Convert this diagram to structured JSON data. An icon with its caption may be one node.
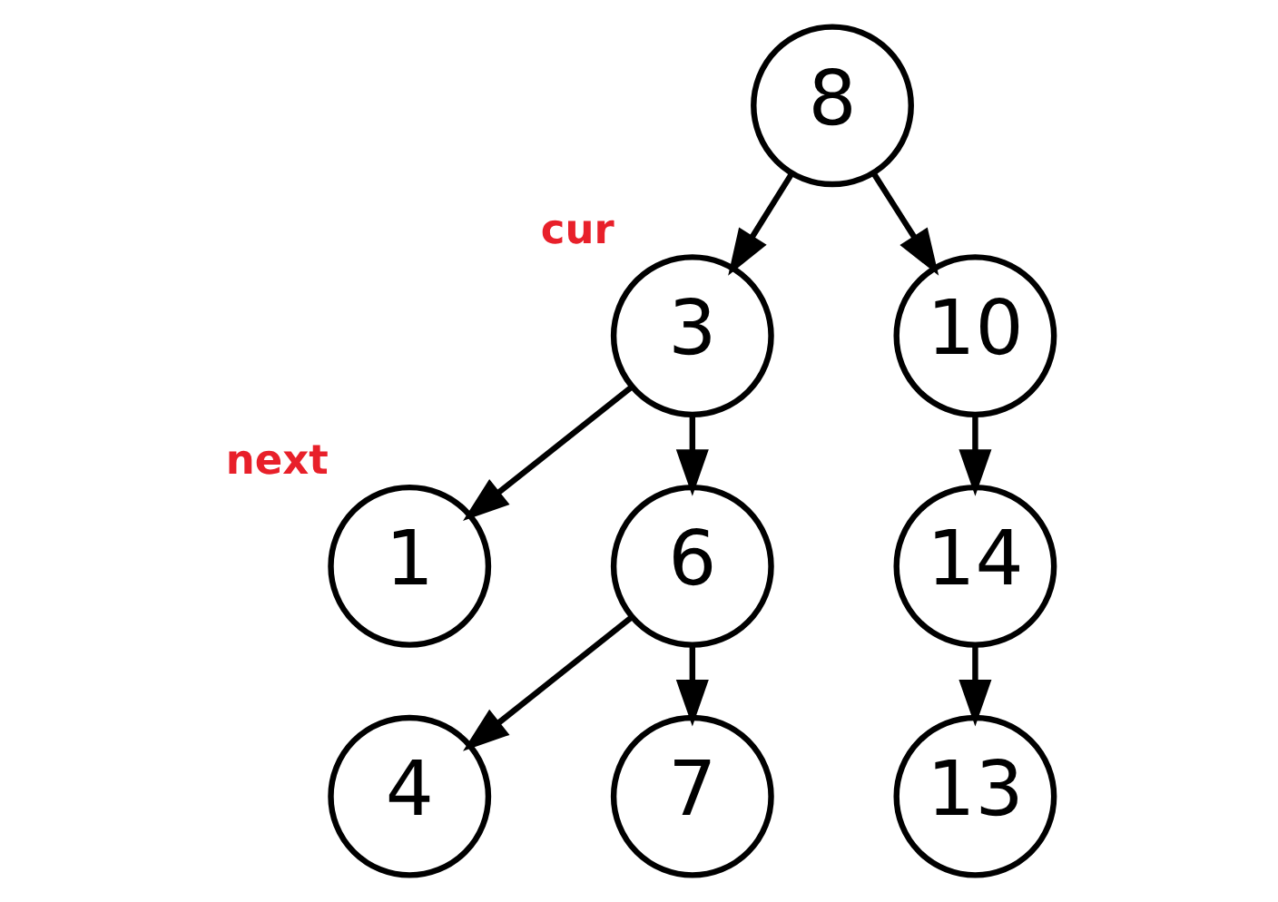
{
  "diagram": {
    "nodes": [
      {
        "text": [
          "8"
        ]
      },
      {
        "text": [
          "3"
        ],
        "beside": [
          "cur"
        ]
      },
      {
        "text": [
          "10"
        ]
      },
      {
        "text": [
          "1"
        ],
        "beside": [
          "next"
        ]
      },
      {
        "text": [
          "6"
        ]
      },
      {
        "text": [
          "14"
        ]
      },
      {
        "text": [
          "4"
        ]
      },
      {
        "text": [
          "7"
        ]
      },
      {
        "text": [
          "13"
        ]
      }
    ],
    "edges": [
      {
        "from": 0,
        "to": 1,
        "arrow": "to"
      },
      {
        "from": 0,
        "to": 2,
        "arrow": "to"
      },
      {
        "from": 1,
        "to": 3,
        "arrow": "to"
      },
      {
        "from": 1,
        "to": 4,
        "arrow": "to"
      },
      {
        "from": 2,
        "to": 5,
        "arrow": "to"
      },
      {
        "from": 4,
        "to": 6,
        "arrow": "to"
      },
      {
        "from": 4,
        "to": 7,
        "arrow": "to"
      },
      {
        "from": 5,
        "to": 8,
        "arrow": "to"
      }
    ]
  }
}
